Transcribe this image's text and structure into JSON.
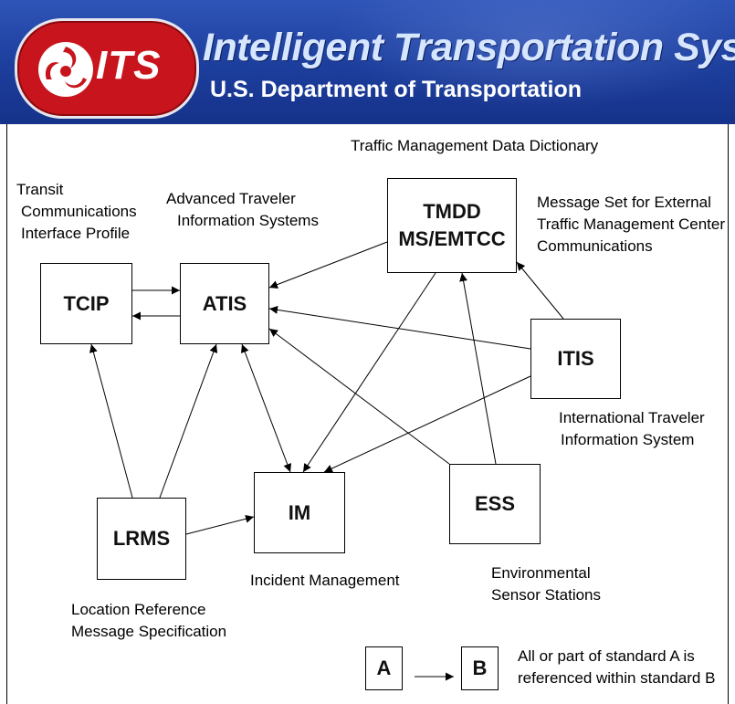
{
  "header": {
    "logo_text": "ITS",
    "title": "Intelligent Transportation Systems",
    "subtitle": "U.S. Department of Transportation"
  },
  "nodes": {
    "tcip": {
      "label": "TCIP",
      "description": [
        "Transit",
        "Communications",
        "Interface Profile"
      ]
    },
    "atis": {
      "label": "ATIS",
      "description": [
        "Advanced Traveler",
        "Information Systems"
      ]
    },
    "tmdd": {
      "label": [
        "TMDD",
        "MS/EMTCC"
      ],
      "description_top": "Traffic Management Data Dictionary",
      "description_right": [
        "Message Set for External",
        "Traffic Management Center",
        "Communications"
      ]
    },
    "itis": {
      "label": "ITIS",
      "description": [
        "International Traveler",
        "Information System"
      ]
    },
    "lrms": {
      "label": "LRMS",
      "description": [
        "Location Reference",
        "Message Specification"
      ]
    },
    "im": {
      "label": "IM",
      "description": [
        "Incident Management"
      ]
    },
    "ess": {
      "label": "ESS",
      "description": [
        "Environmental",
        "Sensor Stations"
      ]
    }
  },
  "legend": {
    "a": "A",
    "b": "B",
    "text": [
      "All or part of standard A is",
      "referenced within standard B"
    ]
  },
  "edges": [
    {
      "from": "TCIP",
      "to": "ATIS"
    },
    {
      "from": "ATIS",
      "to": "TCIP"
    },
    {
      "from": "TMDD",
      "to": "ATIS"
    },
    {
      "from": "ITIS",
      "to": "ATIS"
    },
    {
      "from": "ESS",
      "to": "ATIS"
    },
    {
      "from": "LRMS",
      "to": "TCIP"
    },
    {
      "from": "LRMS",
      "to": "ATIS"
    },
    {
      "from": "LRMS",
      "to": "IM"
    },
    {
      "from": "ATIS",
      "to": "IM"
    },
    {
      "from": "IM",
      "to": "ATIS"
    },
    {
      "from": "TMDD",
      "to": "IM"
    },
    {
      "from": "ITIS",
      "to": "IM"
    },
    {
      "from": "ESS",
      "to": "TMDD"
    },
    {
      "from": "ITIS",
      "to": "TMDD"
    }
  ],
  "colors": {
    "banner": "#1d3f9e",
    "logo": "#c8141c",
    "title": "#d7e6ff"
  }
}
